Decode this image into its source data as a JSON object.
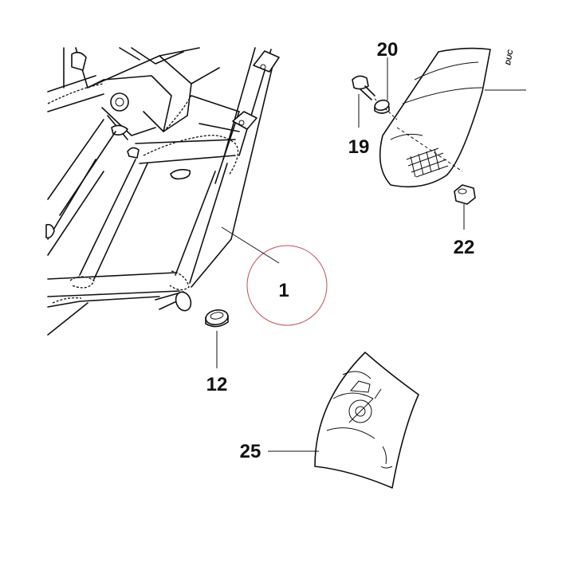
{
  "callouts": {
    "p1": "1",
    "p12": "12",
    "p19": "19",
    "p20": "20",
    "p22": "22",
    "p25": "25"
  },
  "brand_fragment": "DUC",
  "colors": {
    "line": "#111111",
    "highlight_circle": "#c0505a",
    "background": "#ffffff"
  }
}
